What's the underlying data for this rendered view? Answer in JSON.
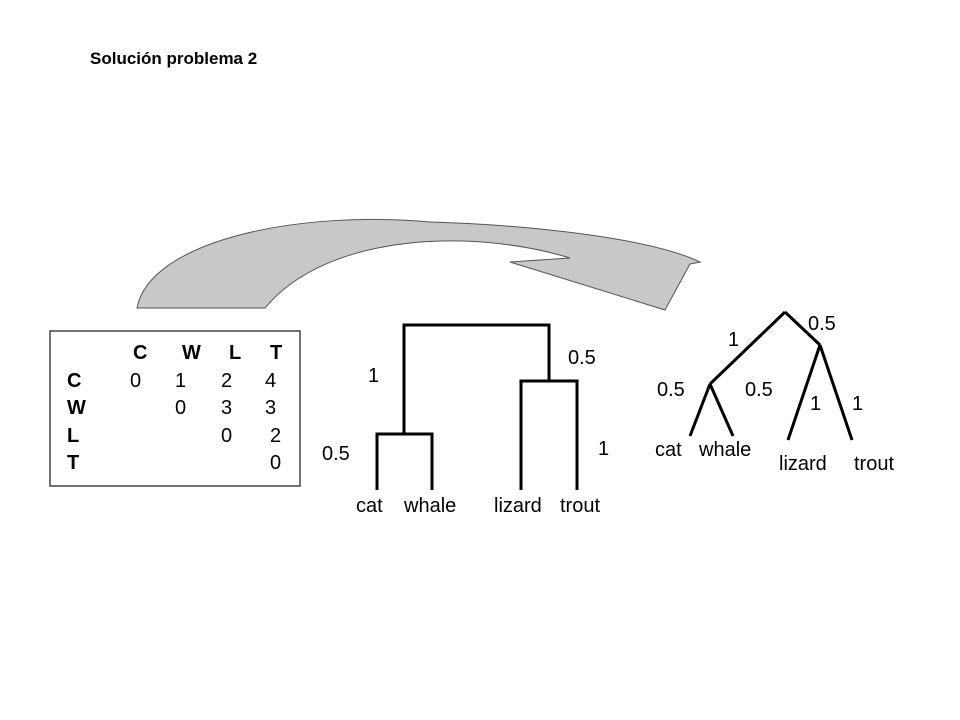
{
  "title": "Solución problema 2",
  "matrix": {
    "col_headers": [
      "C",
      "W",
      "L",
      "T"
    ],
    "row_headers": [
      "C",
      "W",
      "L",
      "T"
    ],
    "rows": [
      [
        "0",
        "1",
        "2",
        "4"
      ],
      [
        "",
        "0",
        "3",
        "3"
      ],
      [
        "",
        "",
        "0",
        "2"
      ],
      [
        "",
        "",
        "",
        "0"
      ]
    ]
  },
  "dendrogram": {
    "leaves": [
      "cat",
      "whale",
      "lizard",
      "trout"
    ],
    "branch_labels": {
      "left_upper": "1",
      "left_lower": "0.5",
      "right_upper": "0.5",
      "right_lower": "1"
    }
  },
  "tree": {
    "leaves": [
      "cat",
      "whale",
      "lizard",
      "trout"
    ],
    "branch_labels": {
      "root_left": "1",
      "root_right": "0.5",
      "cat": "0.5",
      "whale": "0.5",
      "lizard": "1",
      "trout": "1"
    }
  },
  "colors": {
    "arrow_fill": "#c8c8c8",
    "line": "#000000",
    "matrix_border": "#444444"
  }
}
